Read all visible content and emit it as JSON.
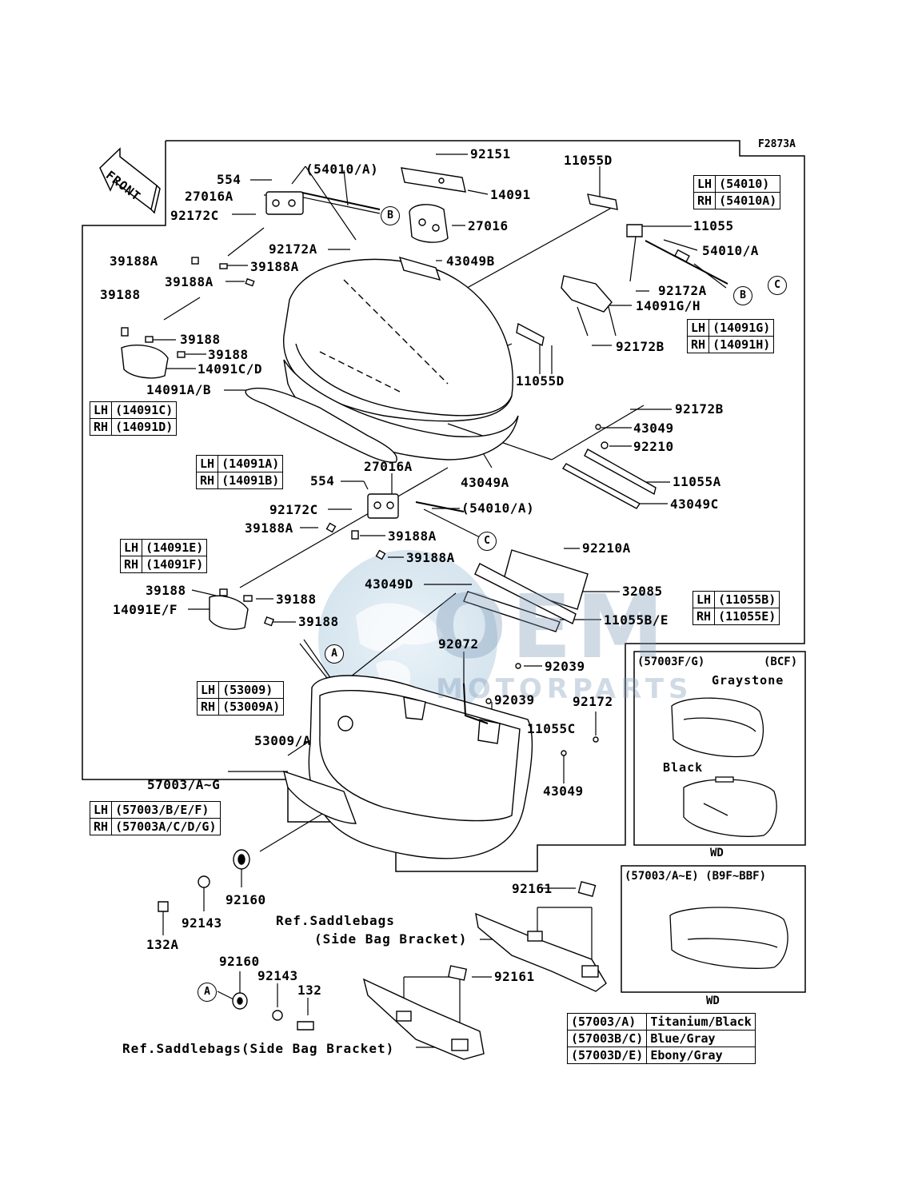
{
  "diagram_code": "F2873A",
  "front_label": "FRONT",
  "watermark": {
    "main": "OEM",
    "sub": "MOTORPARTS"
  },
  "parts": [
    {
      "id": "92151",
      "text": "92151"
    },
    {
      "id": "11055D_top",
      "text": "11055D"
    },
    {
      "id": "554_top",
      "text": "554"
    },
    {
      "id": "54010_A_top",
      "text": "(54010/A)"
    },
    {
      "id": "27016A_top",
      "text": "27016A"
    },
    {
      "id": "14091",
      "text": "14091"
    },
    {
      "id": "92172C_top",
      "text": "92172C"
    },
    {
      "id": "27016",
      "text": "27016"
    },
    {
      "id": "11055",
      "text": "11055"
    },
    {
      "id": "92172A_top",
      "text": "92172A"
    },
    {
      "id": "54010_A_right",
      "text": "54010/A"
    },
    {
      "id": "39188A_1",
      "text": "39188A"
    },
    {
      "id": "39188A_2",
      "text": "39188A"
    },
    {
      "id": "43049B",
      "text": "43049B"
    },
    {
      "id": "39188A_3",
      "text": "39188A"
    },
    {
      "id": "92172A_right",
      "text": "92172A"
    },
    {
      "id": "39188_top",
      "text": "39188"
    },
    {
      "id": "14091G_H",
      "text": "14091G/H"
    },
    {
      "id": "39188_2",
      "text": "39188"
    },
    {
      "id": "39188_3",
      "text": "39188"
    },
    {
      "id": "92172B_1",
      "text": "92172B"
    },
    {
      "id": "14091C_D",
      "text": "14091C/D"
    },
    {
      "id": "11055D_mid",
      "text": "11055D"
    },
    {
      "id": "14091A_B",
      "text": "14091A/B"
    },
    {
      "id": "92172B_2",
      "text": "92172B"
    },
    {
      "id": "43049_1",
      "text": "43049"
    },
    {
      "id": "92210",
      "text": "92210"
    },
    {
      "id": "27016A_mid",
      "text": "27016A"
    },
    {
      "id": "43049A",
      "text": "43049A"
    },
    {
      "id": "11055A",
      "text": "11055A"
    },
    {
      "id": "554_mid",
      "text": "554"
    },
    {
      "id": "92172C_mid",
      "text": "92172C"
    },
    {
      "id": "54010_A_mid",
      "text": "(54010/A)"
    },
    {
      "id": "43049C",
      "text": "43049C"
    },
    {
      "id": "39188A_4",
      "text": "39188A"
    },
    {
      "id": "39188A_5",
      "text": "39188A"
    },
    {
      "id": "92210A",
      "text": "92210A"
    },
    {
      "id": "39188A_6",
      "text": "39188A"
    },
    {
      "id": "43049D",
      "text": "43049D"
    },
    {
      "id": "32085",
      "text": "32085"
    },
    {
      "id": "39188_4",
      "text": "39188"
    },
    {
      "id": "39188_5",
      "text": "39188"
    },
    {
      "id": "14091E_F",
      "text": "14091E/F"
    },
    {
      "id": "39188_6",
      "text": "39188"
    },
    {
      "id": "11055B_E",
      "text": "11055B/E"
    },
    {
      "id": "92072",
      "text": "92072"
    },
    {
      "id": "92039_1",
      "text": "92039"
    },
    {
      "id": "92039_2",
      "text": "92039"
    },
    {
      "id": "92172",
      "text": "92172"
    },
    {
      "id": "11055C",
      "text": "11055C"
    },
    {
      "id": "53009_A",
      "text": "53009/A"
    },
    {
      "id": "43049_2",
      "text": "43049"
    },
    {
      "id": "57003_AG",
      "text": "57003/A~G"
    },
    {
      "id": "92161_1",
      "text": "92161"
    },
    {
      "id": "92160_1",
      "text": "92160"
    },
    {
      "id": "92143_1",
      "text": "92143"
    },
    {
      "id": "132A",
      "text": "132A"
    },
    {
      "id": "92160_2",
      "text": "92160"
    },
    {
      "id": "92143_2",
      "text": "92143"
    },
    {
      "id": "132",
      "text": "132"
    },
    {
      "id": "92161_2",
      "text": "92161"
    }
  ],
  "refs": {
    "ref1_line1": "Ref.Saddlebags",
    "ref1_line2": "(Side Bag Bracket)",
    "ref2": "Ref.Saddlebags(Side Bag Bracket)"
  },
  "callouts": {
    "A": "A",
    "B": "B",
    "C": "C"
  },
  "lr_tables": [
    {
      "id": "t54010",
      "rows": [
        [
          "LH",
          "(54010)"
        ],
        [
          "RH",
          "(54010A)"
        ]
      ]
    },
    {
      "id": "t14091G",
      "rows": [
        [
          "LH",
          "(14091G)"
        ],
        [
          "RH",
          "(14091H)"
        ]
      ]
    },
    {
      "id": "t14091C",
      "rows": [
        [
          "LH",
          "(14091C)"
        ],
        [
          "RH",
          "(14091D)"
        ]
      ]
    },
    {
      "id": "t14091A",
      "rows": [
        [
          "LH",
          "(14091A)"
        ],
        [
          "RH",
          "(14091B)"
        ]
      ]
    },
    {
      "id": "t14091E",
      "rows": [
        [
          "LH",
          "(14091E)"
        ],
        [
          "RH",
          "(14091F)"
        ]
      ]
    },
    {
      "id": "t11055B",
      "rows": [
        [
          "LH",
          "(11055B)"
        ],
        [
          "RH",
          "(11055E)"
        ]
      ]
    },
    {
      "id": "t53009",
      "rows": [
        [
          "LH",
          "(53009)"
        ],
        [
          "RH",
          "(53009A)"
        ]
      ]
    },
    {
      "id": "t57003",
      "rows": [
        [
          "LH",
          "(57003/B/E/F)"
        ],
        [
          "RH",
          "(57003A/C/D/G)"
        ]
      ]
    }
  ],
  "inset1": {
    "title_left": "(57003F/G)",
    "title_right": "(BCF)",
    "graystone": "Graystone",
    "black": "Black",
    "wd": "WD"
  },
  "inset2": {
    "title": "(57003/A~E) (B9F~BBF)",
    "wd": "WD"
  },
  "color_table": {
    "rows": [
      [
        "(57003/A)",
        "Titanium/Black"
      ],
      [
        "(57003B/C)",
        "Blue/Gray"
      ],
      [
        "(57003D/E)",
        "Ebony/Gray"
      ]
    ]
  }
}
